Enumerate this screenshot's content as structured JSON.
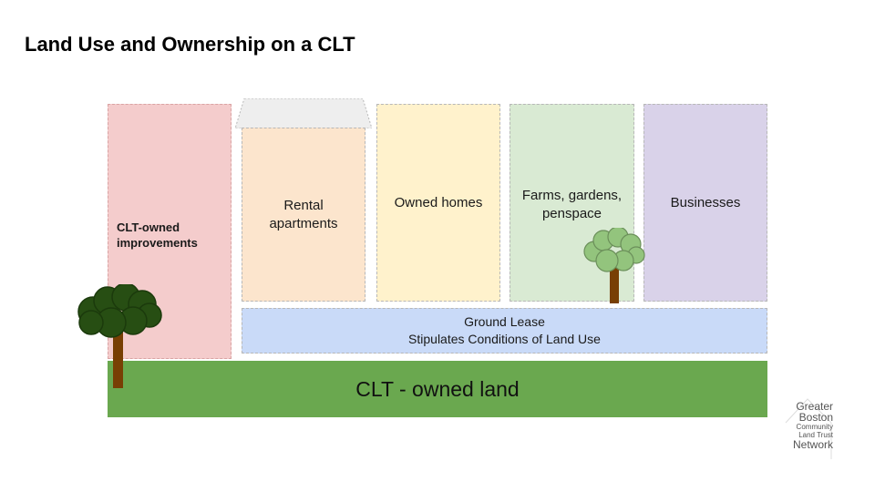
{
  "title": "Land Use and Ownership on a CLT",
  "columns": {
    "clt_owned": "CLT-owned\nimprovements",
    "rental": "Rental\napartments",
    "owned_homes": "Owned homes",
    "farms": "Farms, gardens,\npenspace",
    "businesses": "Businesses"
  },
  "ground_lease": {
    "line1": "Ground Lease",
    "line2": "Stipulates Conditions of Land Use"
  },
  "land": "CLT - owned land",
  "logo": {
    "line1": "Greater",
    "line2": "Boston",
    "line3": "Community",
    "line4": "Land Trust",
    "line5": "Network"
  },
  "colors": {
    "clt_col": "#f4cccc",
    "rental": "#fce5cd",
    "owned": "#fff2cc",
    "farms": "#d9ead3",
    "businesses": "#d9d2e9",
    "lease": "#c9daf8",
    "land": "#6aa84f",
    "tree_dark": "#274e13",
    "tree_light": "#93c47d",
    "trunk": "#783f04"
  }
}
